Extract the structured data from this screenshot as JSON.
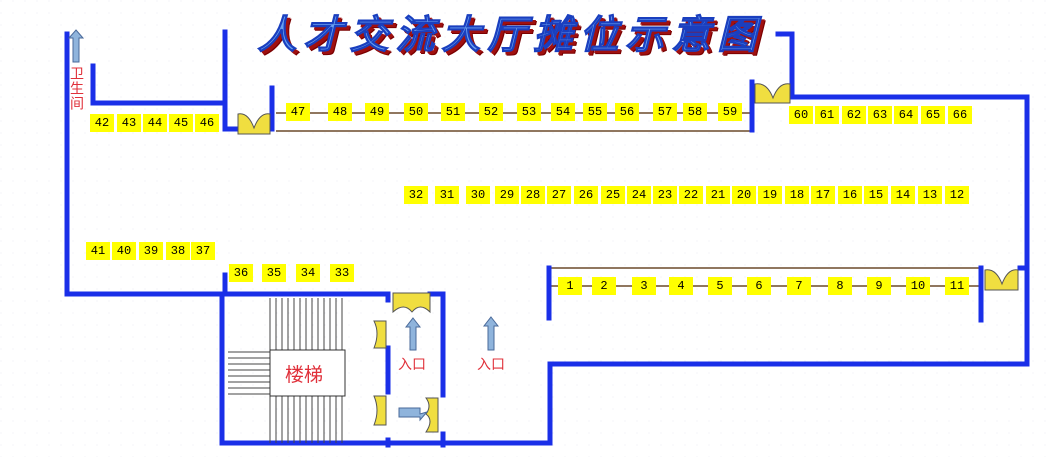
{
  "title": "人才交流大厅摊位示意图",
  "labels": {
    "restroom": "卫生间",
    "stairs": "楼梯",
    "entrance_1": "入口",
    "entrance_2": "入口"
  },
  "colors": {
    "wall": "#1a2fe8",
    "booth": "#ffff00",
    "door": "#f0de40",
    "label": "#e0303a",
    "arrow": "#8fb4dc"
  },
  "booth_rows": {
    "top_middle": [
      "47",
      "48",
      "49",
      "50",
      "51",
      "52",
      "53",
      "54",
      "55",
      "56",
      "57",
      "58",
      "59"
    ],
    "top_right": [
      "60",
      "61",
      "62",
      "63",
      "64",
      "65",
      "66"
    ],
    "top_left": [
      "42",
      "43",
      "44",
      "45",
      "46"
    ],
    "center": [
      "32",
      "31",
      "30",
      "29",
      "28",
      "27",
      "26",
      "25",
      "24",
      "23",
      "22",
      "21",
      "20",
      "19",
      "18",
      "17",
      "16",
      "15",
      "14",
      "13",
      "12"
    ],
    "left_lower": [
      "41",
      "40",
      "39",
      "38",
      "37"
    ],
    "stair_front": [
      "36",
      "35",
      "34",
      "33"
    ],
    "bottom_right": [
      "1",
      "2",
      "3",
      "4",
      "5",
      "6",
      "7",
      "8",
      "9",
      "10",
      "11"
    ]
  }
}
